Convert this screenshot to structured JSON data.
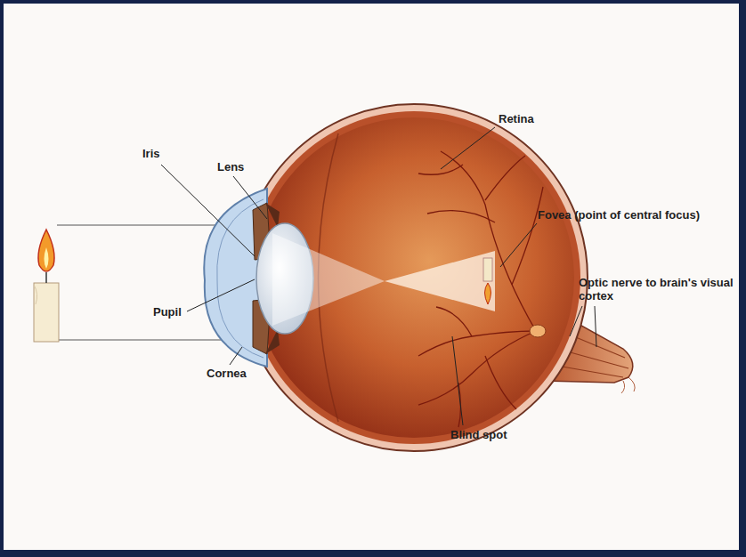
{
  "diagram": {
    "labels": [
      "Iris",
      "Lens",
      "Retina",
      "Fovea (point of central focus)",
      "Pupil",
      "Optic nerve to brain's visual cortex",
      "Cornea",
      "Blind spot"
    ]
  }
}
